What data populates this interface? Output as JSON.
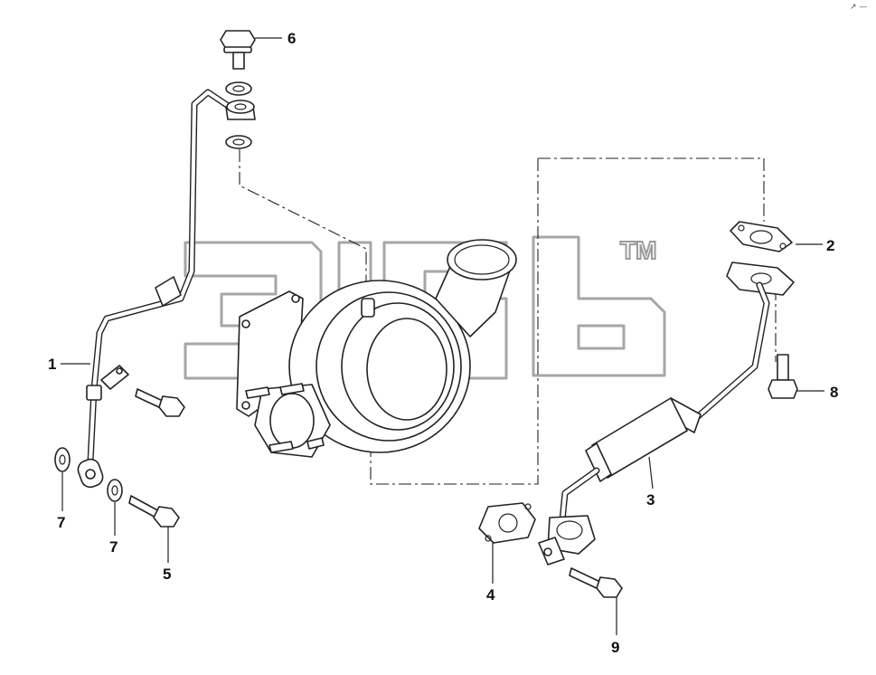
{
  "watermark": {
    "trademark": "TM"
  },
  "corner_mark": "↗ —",
  "callouts": [
    "1",
    "2",
    "3",
    "4",
    "5",
    "6",
    "7",
    "7",
    "8",
    "9"
  ]
}
